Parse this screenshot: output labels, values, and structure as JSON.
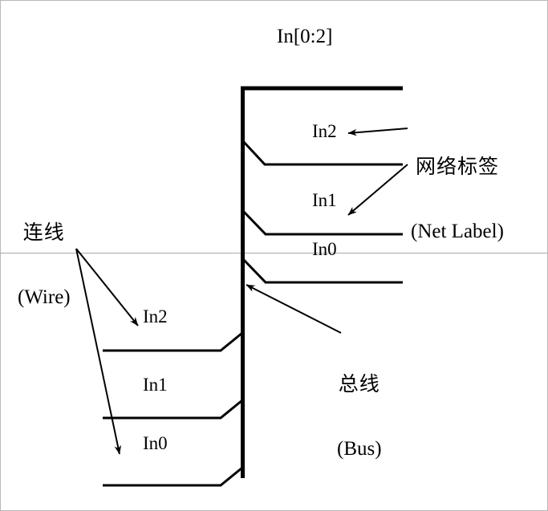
{
  "diagram": {
    "title": "In[0:2]",
    "colors": {
      "ink": "#000000",
      "background": "#ffffff",
      "frame": "#b9b9b9",
      "guide": "#a8a8a8"
    },
    "bus": {
      "label_cn": "总线",
      "label_en": "(Bus)"
    },
    "wire": {
      "label_cn": "连线",
      "label_en": "(Wire)"
    },
    "net_label": {
      "label_cn": "网络标签",
      "label_en": "(Net Label)"
    },
    "top_nets": [
      {
        "name": "In2"
      },
      {
        "name": "In1"
      },
      {
        "name": "In0"
      }
    ],
    "bottom_nets": [
      {
        "name": "In2"
      },
      {
        "name": "In1"
      },
      {
        "name": "In0"
      }
    ]
  }
}
